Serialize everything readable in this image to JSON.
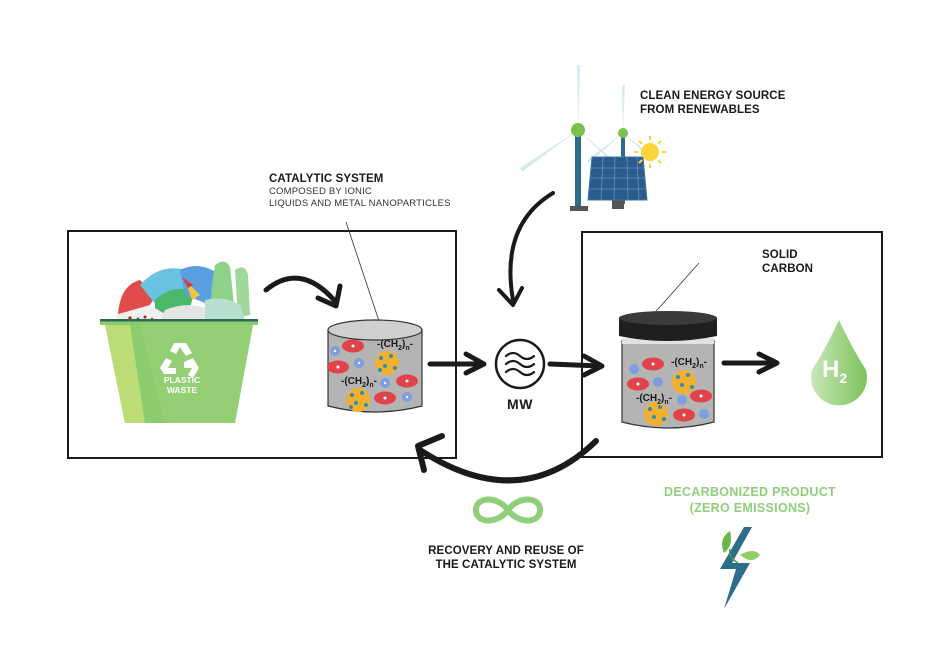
{
  "energy": {
    "title_line1": "CLEAN ENERGY SOURCE",
    "title_line2": "FROM RENEWABLES",
    "icons": [
      "wind-turbine-icon",
      "solar-panel-icon",
      "sun-icon"
    ]
  },
  "catalytic": {
    "title": "CATALYTIC SYSTEM",
    "desc_line1": "COMPOSED BY IONIC",
    "desc_line2": "LIQUIDS AND METAL NANOPARTICLES",
    "formula_main": "-(CH",
    "formula_sub": "2",
    "formula_end": ")",
    "formula_n": "n",
    "formula_dash": "-"
  },
  "waste": {
    "line1": "PLASTIC",
    "line2": "WASTE"
  },
  "mw": {
    "label": "MW"
  },
  "product": {
    "solid_line1": "SOLID",
    "solid_line2": "CARBON",
    "h2_main": "H",
    "h2_sub": "2"
  },
  "recovery": {
    "line1": "RECOVERY AND REUSE OF",
    "line2": "THE CATALYTIC SYSTEM"
  },
  "decarbonized": {
    "line1": "DECARBONIZED PRODUCT",
    "line2": "(ZERO EMISSIONS)"
  },
  "colors": {
    "accent_green": "#8fcf7a",
    "bin_green": "#8ccb6e",
    "dark": "#1a1a1a",
    "teal": "#2c6e8a"
  }
}
